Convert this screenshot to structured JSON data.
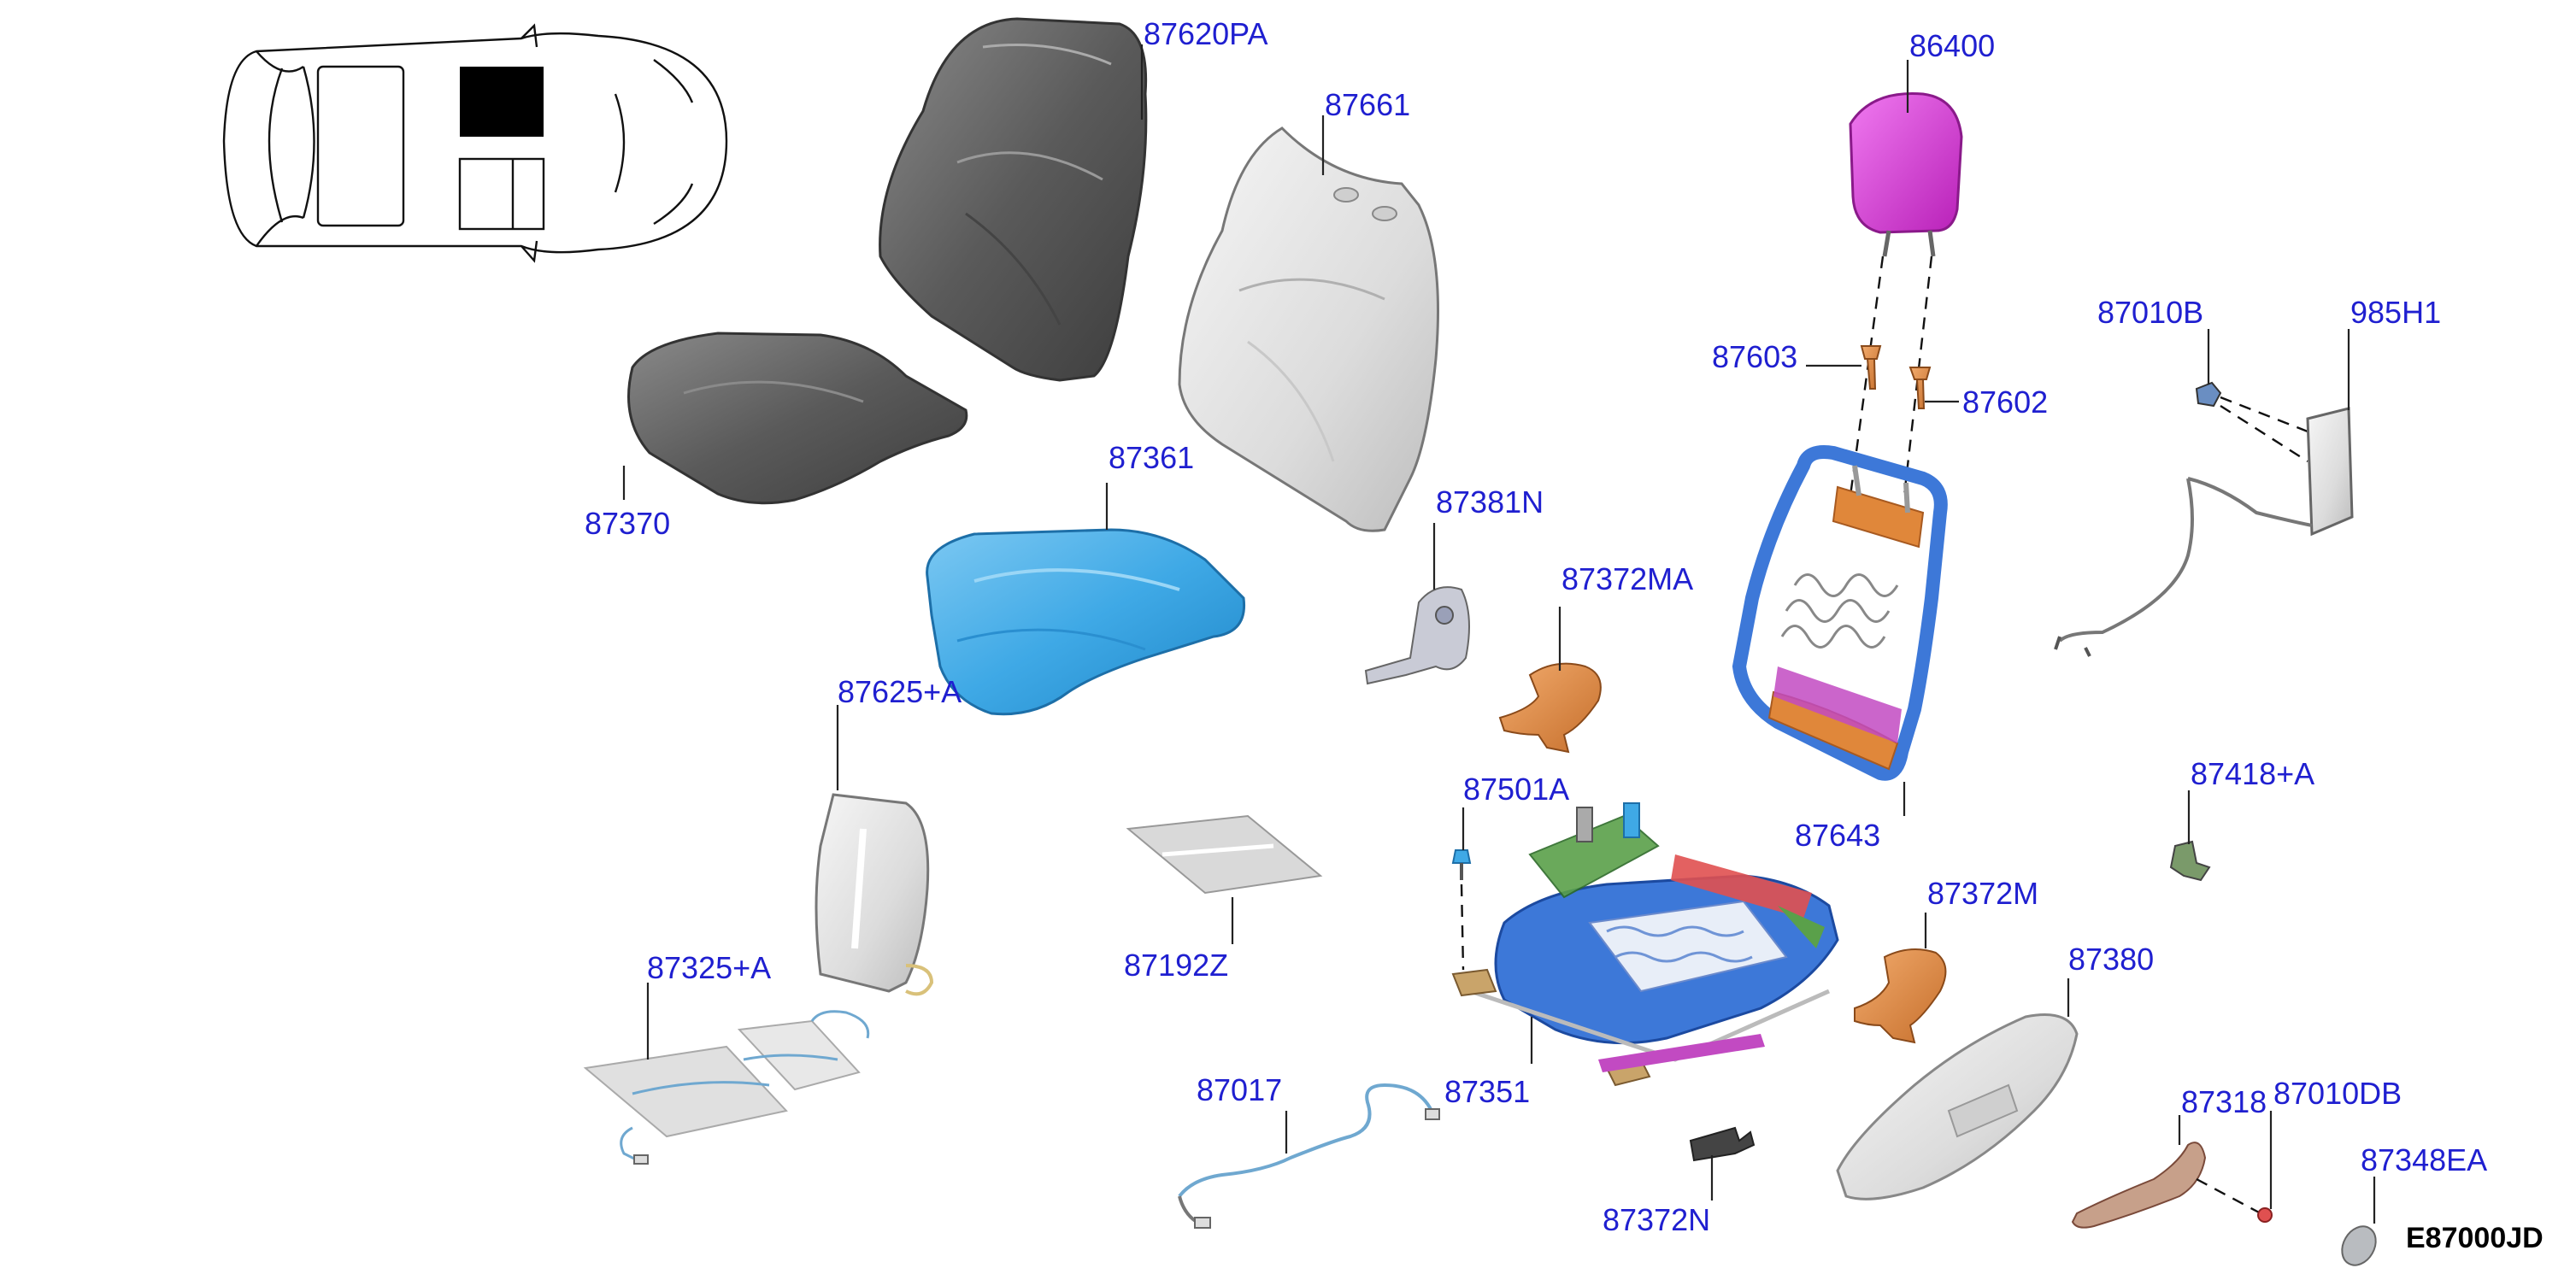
{
  "diagram_code": "E87000JD",
  "labels": {
    "p87620PA": "87620PA",
    "p87661": "87661",
    "p86400": "86400",
    "p87370": "87370",
    "p87361": "87361",
    "p87381N": "87381N",
    "p87372MA": "87372MA",
    "p87603": "87603",
    "p87602": "87602",
    "p87010B": "87010B",
    "p985H1": "985H1",
    "p87625A": "87625+A",
    "p87501A": "87501A",
    "p87643": "87643",
    "p87418A": "87418+A",
    "p87372M": "87372M",
    "p87325A": "87325+A",
    "p87192Z": "87192Z",
    "p87380": "87380",
    "p87017": "87017",
    "p87351": "87351",
    "p87318": "87318",
    "p87010DB": "87010DB",
    "p87348EA": "87348EA",
    "p87372N": "87372N"
  },
  "colors": {
    "label_text": "#1f1fd0",
    "trim_dark": "#5f5f5f",
    "pad_light": "#e6e6e6",
    "cushion_blue": "#3fa9e6",
    "headrest_magenta": "#d633d6",
    "frame_blue": "#3d78d8",
    "frame_orange": "#e0873a",
    "frame_green": "#5aa04a",
    "bracket_orange": "#d98a45",
    "heater_gray": "#d9d9d9",
    "highlight_black": "#000000"
  }
}
